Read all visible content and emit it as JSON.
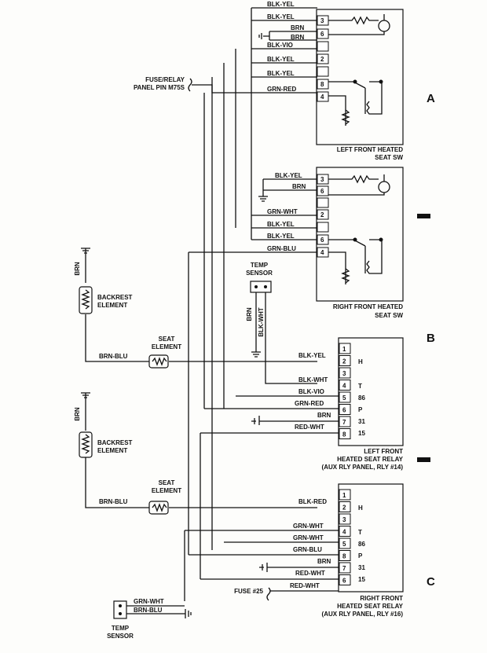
{
  "markers": {
    "A": "A",
    "B": "B",
    "C": "C"
  },
  "fuse_relay_label": [
    "FUSE/RELAY",
    "PANEL PIN M75S"
  ],
  "fuse25_label": "FUSE #25",
  "switch_a": {
    "title": [
      "LEFT FRONT HEATED",
      "SEAT SW"
    ],
    "wires": [
      "BLK-YEL",
      "BLK-YEL",
      "BRN",
      "BRN",
      "BLK-VIO",
      "BLK-YEL",
      "BLK-YEL",
      "GRN-RED"
    ],
    "pins": [
      "3",
      "6",
      "2",
      "8",
      "4"
    ]
  },
  "switch_b": {
    "title": [
      "RIGHT FRONT HEATED",
      "SEAT SW"
    ],
    "wires": [
      "BLK-YEL",
      "BRN",
      "GRN-WHT",
      "BLK-YEL",
      "BLK-YEL",
      "GRN-BLU"
    ],
    "pins": [
      "3",
      "6",
      "2",
      "6",
      "4"
    ]
  },
  "temp_sensor_top": {
    "label": [
      "TEMP",
      "SENSOR"
    ],
    "wires": [
      "BRN",
      "BLK-WHT"
    ]
  },
  "temp_sensor_bottom": {
    "label": [
      "TEMP",
      "SENSOR"
    ],
    "wires": [
      "GRN-WHT",
      "BRN-BLU"
    ]
  },
  "left_seat": {
    "ground_wire": "BRN",
    "backrest": [
      "BACKREST",
      "ELEMENT"
    ],
    "seat": [
      "SEAT",
      "ELEMENT"
    ],
    "wire": "BRN-BLU"
  },
  "right_seat": {
    "ground_wire": "BRN",
    "backrest": [
      "BACKREST",
      "ELEMENT"
    ],
    "seat": [
      "SEAT",
      "ELEMENT"
    ],
    "wire": "BRN-BLU"
  },
  "relay_left": {
    "title": [
      "LEFT FRONT",
      "HEATED SEAT RELAY",
      "(AUX RLY PANEL, RLY #14)"
    ],
    "pins": [
      "1",
      "2",
      "3",
      "4",
      "5",
      "6",
      "7",
      "8"
    ],
    "wires": [
      "BLK-YEL",
      "BLK-WHT",
      "BLK-VIO",
      "GRN-RED",
      "BRN",
      "RED-WHT"
    ],
    "terminals": [
      "H",
      "T",
      "86",
      "P",
      "31",
      "15"
    ]
  },
  "relay_right": {
    "title": [
      "RIGHT FRONT",
      "HEATED SEAT RELAY",
      "(AUX RLY PANEL, RLY #16)"
    ],
    "pins": [
      "1",
      "2",
      "3",
      "4",
      "5",
      "8",
      "7",
      "6"
    ],
    "wires": [
      "BLK-RED",
      "GRN-WHT",
      "GRN-WHT",
      "GRN-BLU",
      "BRN",
      "RED-WHT",
      "RED-WHT"
    ],
    "terminals": [
      "H",
      "T",
      "86",
      "P",
      "31",
      "15"
    ]
  }
}
